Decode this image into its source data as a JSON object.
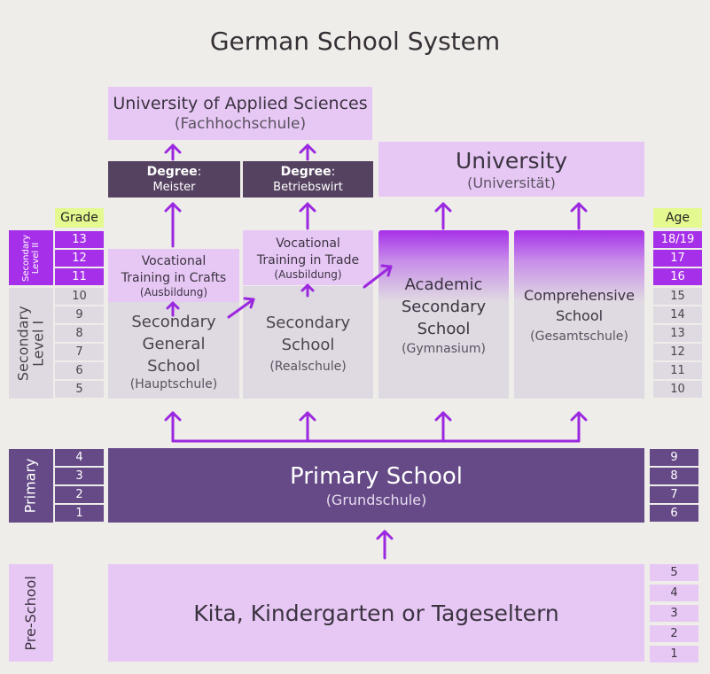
{
  "title": "German School System",
  "uas": {
    "name": "University of Applied Sciences",
    "sub": "(Fachhochschule)"
  },
  "degree_meister": {
    "label": "Degree",
    "value": "Meister"
  },
  "degree_betriebswirt": {
    "label": "Degree",
    "value": "Betriebswirt"
  },
  "university": {
    "name": "University",
    "sub": "(Universität)"
  },
  "grade_header": "Grade",
  "age_header": "Age",
  "level_labels": {
    "secondary2_line1": "Secondary",
    "secondary2_line2": "Level II",
    "secondary1_line1": "Secondary",
    "secondary1_line2": "Level I",
    "primary": "Primary",
    "preschool": "Pre-School"
  },
  "grades": [
    "13",
    "12",
    "11",
    "10",
    "9",
    "8",
    "7",
    "6",
    "5"
  ],
  "primary_grades": [
    "4",
    "3",
    "2",
    "1"
  ],
  "ages": [
    "18/19",
    "17",
    "16",
    "15",
    "14",
    "13",
    "12",
    "11",
    "10"
  ],
  "primary_ages": [
    "9",
    "8",
    "7",
    "6"
  ],
  "preschool_ages": [
    "5",
    "4",
    "3",
    "2",
    "1"
  ],
  "voc_crafts": {
    "line1": "Vocational",
    "line2": "Training in Crafts",
    "sub": "(Ausbildung)"
  },
  "voc_trade": {
    "line1": "Vocational",
    "line2": "Training in Trade",
    "sub": "(Ausbildung)"
  },
  "hauptschule": {
    "line1": "Secondary",
    "line2": "General",
    "line3": "School",
    "sub": "(Hauptschule)"
  },
  "realschule": {
    "line1": "Secondary",
    "line2": "School",
    "sub": "(Realschule)"
  },
  "gymnasium": {
    "line1": "Academic",
    "line2": "Secondary",
    "line3": "School",
    "sub": "(Gymnasium)"
  },
  "gesamtschule": {
    "line1": "Comprehensive",
    "line2": "School",
    "sub": "(Gesamtschule)"
  },
  "primary_school": {
    "name": "Primary School",
    "sub": "(Grundschule)"
  },
  "preschool_box": {
    "name": "Kita, Kindergarten or Tageseltern"
  },
  "colors": {
    "lavender": "#e7c8f5",
    "dark_plum": "#554260",
    "primary_purple": "#654a87",
    "magenta": "#a630e9",
    "gray": "#dfd9e2",
    "lime": "#e4f98f",
    "background": "#efede9"
  }
}
